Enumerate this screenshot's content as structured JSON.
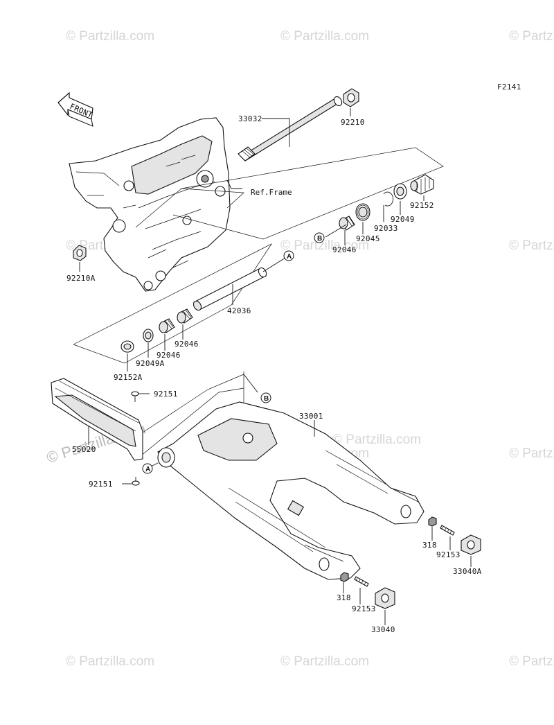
{
  "figure_code": "F2141",
  "front_label": "FRONT",
  "ref_frame": "Ref.Frame",
  "watermarks": [
    "© Partzilla.com",
    "© Partzilla.com",
    "© Partzilla.com",
    "© Partzilla.com",
    "© Partzilla.com",
    "© Partzilla.com",
    "© Partzilla.com",
    "© Partzilla.com",
    "© Partzilla.com",
    "© Partzilla.com",
    "© Partzilla.com",
    "© Partzilla.com"
  ],
  "watermark_main": "© Partzilla.com",
  "callouts": {
    "a1": "A",
    "a2": "A",
    "b1": "B",
    "b2": "B"
  },
  "parts": {
    "p33032": "33032",
    "p92210": "92210",
    "p92210A": "92210A",
    "p92152": "92152",
    "p92049": "92049",
    "p92033": "92033",
    "p92045": "92045",
    "p92046_top": "92046",
    "p42036": "42036",
    "p92046_mid": "92046",
    "p92046_low": "92046",
    "p92049A": "92049A",
    "p92152A": "92152A",
    "p92151_top": "92151",
    "p55020": "55020",
    "p92151_bot": "92151",
    "p33001": "33001",
    "p318_right": "318",
    "p92153_right": "92153",
    "p33040A": "33040A",
    "p318_bot": "318",
    "p92153_bot": "92153",
    "p33040": "33040"
  },
  "colors": {
    "line": "#111111",
    "watermark": "#c8c8c8",
    "background": "#ffffff"
  }
}
